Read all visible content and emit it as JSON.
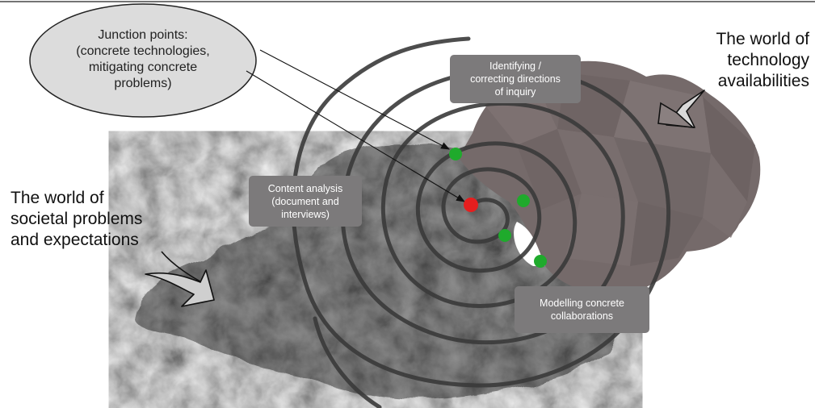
{
  "bubble": {
    "lines": [
      "Junction points:",
      "(concrete technologies,",
      "mitigating concrete",
      "problems)"
    ]
  },
  "technology_world": {
    "lines": [
      "The world of",
      "technology",
      "availabilities"
    ]
  },
  "societal_world": {
    "lines": [
      "The world of",
      "societal problems",
      "and expectations"
    ]
  },
  "boxes": {
    "identifying": {
      "lines": [
        "Identifying /",
        "correcting directions",
        "of inquiry"
      ]
    },
    "content": {
      "lines": [
        "Content analysis",
        "(document and",
        "interviews)"
      ]
    },
    "modelling": {
      "lines": [
        "Modelling concrete",
        "collaborations"
      ]
    }
  },
  "colors": {
    "junction_point": "#1faa2c",
    "center_point": "#e61e1e",
    "spiral": "#3a3a3a",
    "technology_region": "#7a6e6e",
    "societal_region": "#8c8c8c",
    "label_box": "#7c7a7b",
    "bubble_fill": "#dcdcdc"
  }
}
